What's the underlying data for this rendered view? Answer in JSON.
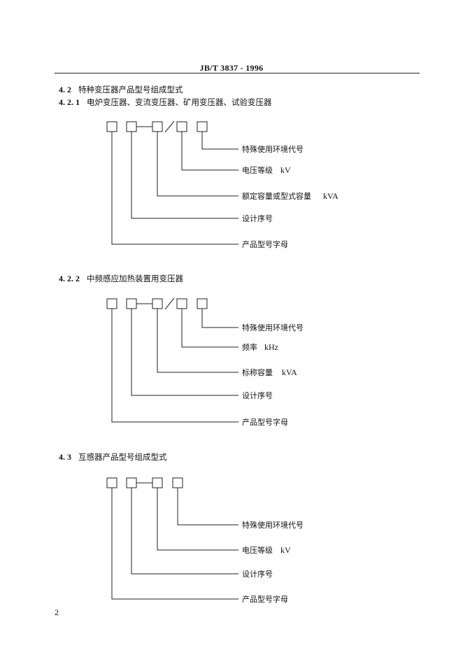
{
  "header": {
    "standard": "JB/T  3837 - 1996"
  },
  "sections": {
    "s42": {
      "num": "4. 2",
      "title": "特种变压器产品型号组成型式"
    },
    "s421": {
      "num": "4. 2. 1",
      "title": "电炉变压器、变流变压器、矿用变压器、试验变压器"
    },
    "s422": {
      "num": "4. 2. 2",
      "title": "中频感应加热装置用变压器"
    },
    "s43": {
      "num": "4. 3",
      "title": "互感器产品型号组成型式"
    }
  },
  "diagram1": {
    "labels": [
      "特殊使用环境代号",
      "电压等级",
      "额定容量或型式容量",
      "设计序号",
      "产品型号字母"
    ],
    "units": [
      "",
      "kV",
      "kVA",
      "",
      ""
    ]
  },
  "diagram2": {
    "labels": [
      "特殊使用环境代号",
      "频率",
      "标称容量",
      "设计序号",
      "产品型号字母"
    ],
    "units": [
      "",
      "kHz",
      "kVA",
      "",
      ""
    ]
  },
  "diagram3": {
    "labels": [
      "特殊使用环境代号",
      "电压等级",
      "设计序号",
      "产品型号字母"
    ],
    "units": [
      "",
      "kV",
      "",
      ""
    ]
  },
  "page_number": "2"
}
